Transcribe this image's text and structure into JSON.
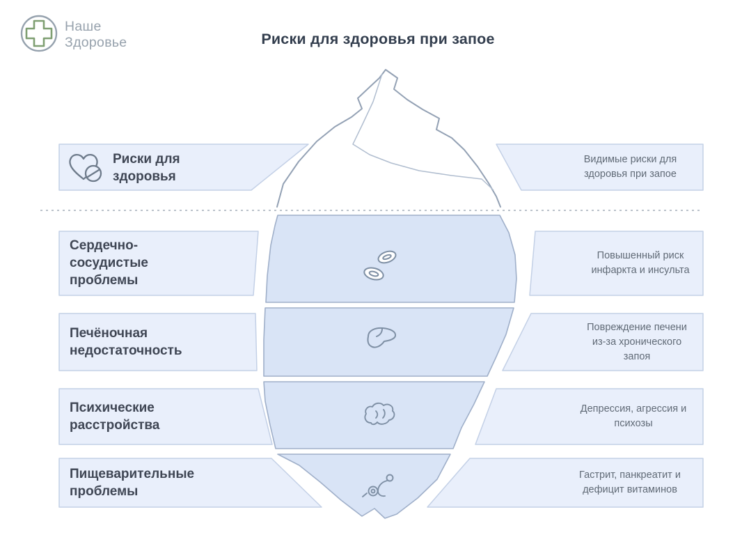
{
  "title": "Риски для здоровья при запое",
  "logo": {
    "name_line1": "Наше",
    "name_line2": "Здоровье",
    "icon": "medical-cross-icon"
  },
  "waterline": {
    "style": "dotted-divider"
  },
  "rows": [
    {
      "icon": "heart-pill-icon",
      "heading": "Риски для здоровья",
      "description": "Видимые риски для здоровья при запое",
      "zone": "above-water"
    },
    {
      "icon": "blood-cells-icon",
      "heading": "Сердечно-сосудистые проблемы",
      "description": "Повышенный риск инфаркта и инсульта",
      "zone": "below-water"
    },
    {
      "icon": "liver-icon",
      "heading": "Печёночная недостаточность",
      "description": "Повреждение печени из-за хронического запоя",
      "zone": "below-water"
    },
    {
      "icon": "brain-icon",
      "heading": "Психические расстройства",
      "description": "Депрессия, агрессия и психозы",
      "zone": "below-water"
    },
    {
      "icon": "digestive-icon",
      "heading": "Пищеварительные проблемы",
      "description": "Гастрит, панкреатит и дефицит витаминов",
      "zone": "below-water"
    }
  ],
  "colors": {
    "banner_fill": "#E9EFFB",
    "banner_border": "#C3D0E6",
    "iceberg_tip_fill": "#FFFFFF",
    "iceberg_body_fill": "#D9E4F6",
    "outline_gray": "#93A1B4",
    "heading_text": "#3F4654",
    "description_text": "#606A76",
    "title_text": "#333E4E",
    "logo_green": "#7F9F72",
    "logo_text": "#97A2AD"
  }
}
